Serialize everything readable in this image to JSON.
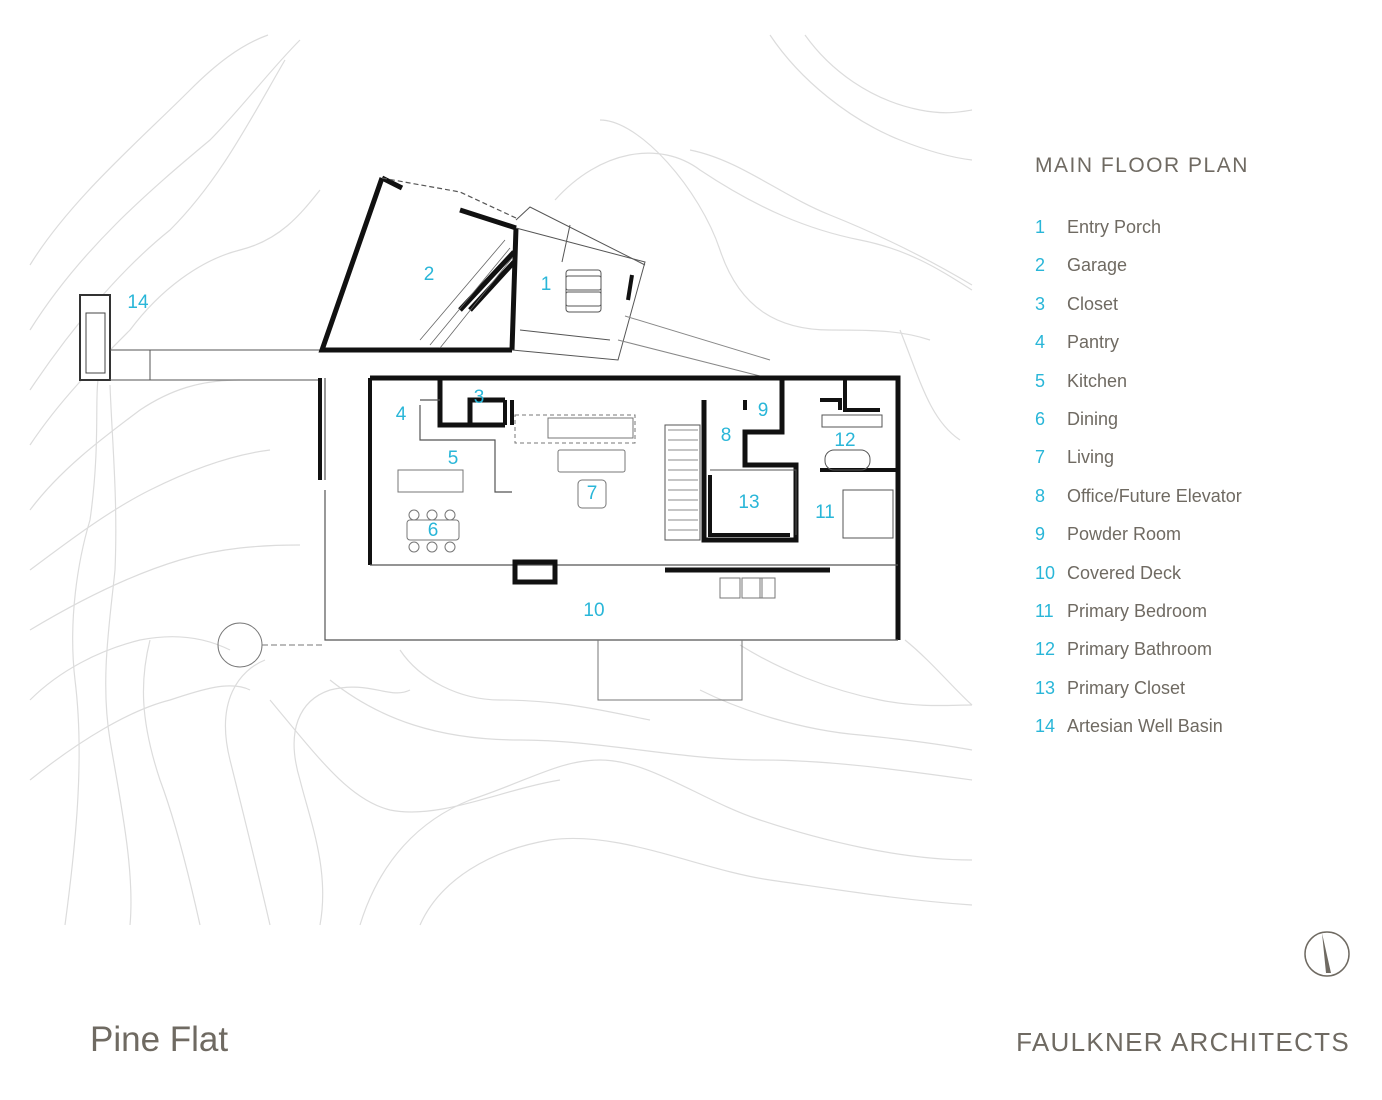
{
  "legend": {
    "title": "MAIN FLOOR PLAN",
    "items": [
      {
        "num": "1",
        "label": "Entry Porch"
      },
      {
        "num": "2",
        "label": "Garage"
      },
      {
        "num": "3",
        "label": "Closet"
      },
      {
        "num": "4",
        "label": "Pantry"
      },
      {
        "num": "5",
        "label": "Kitchen"
      },
      {
        "num": "6",
        "label": "Dining"
      },
      {
        "num": "7",
        "label": "Living"
      },
      {
        "num": "8",
        "label": "Office/Future Elevator"
      },
      {
        "num": "9",
        "label": "Powder Room"
      },
      {
        "num": "10",
        "label": "Covered Deck"
      },
      {
        "num": "11",
        "label": "Primary Bedroom"
      },
      {
        "num": "12",
        "label": "Primary Bathroom"
      },
      {
        "num": "13",
        "label": "Primary Closet"
      },
      {
        "num": "14",
        "label": "Artesian Well Basin"
      }
    ]
  },
  "project_name": "Pine Flat",
  "firm_name": "FAULKNER ARCHITECTS",
  "colors": {
    "accent": "#29b6d8",
    "text": "#6f6a62",
    "wall": "#111111",
    "contour": "#dcdcdc"
  },
  "icons": {
    "north_arrow": "north-arrow-icon"
  }
}
